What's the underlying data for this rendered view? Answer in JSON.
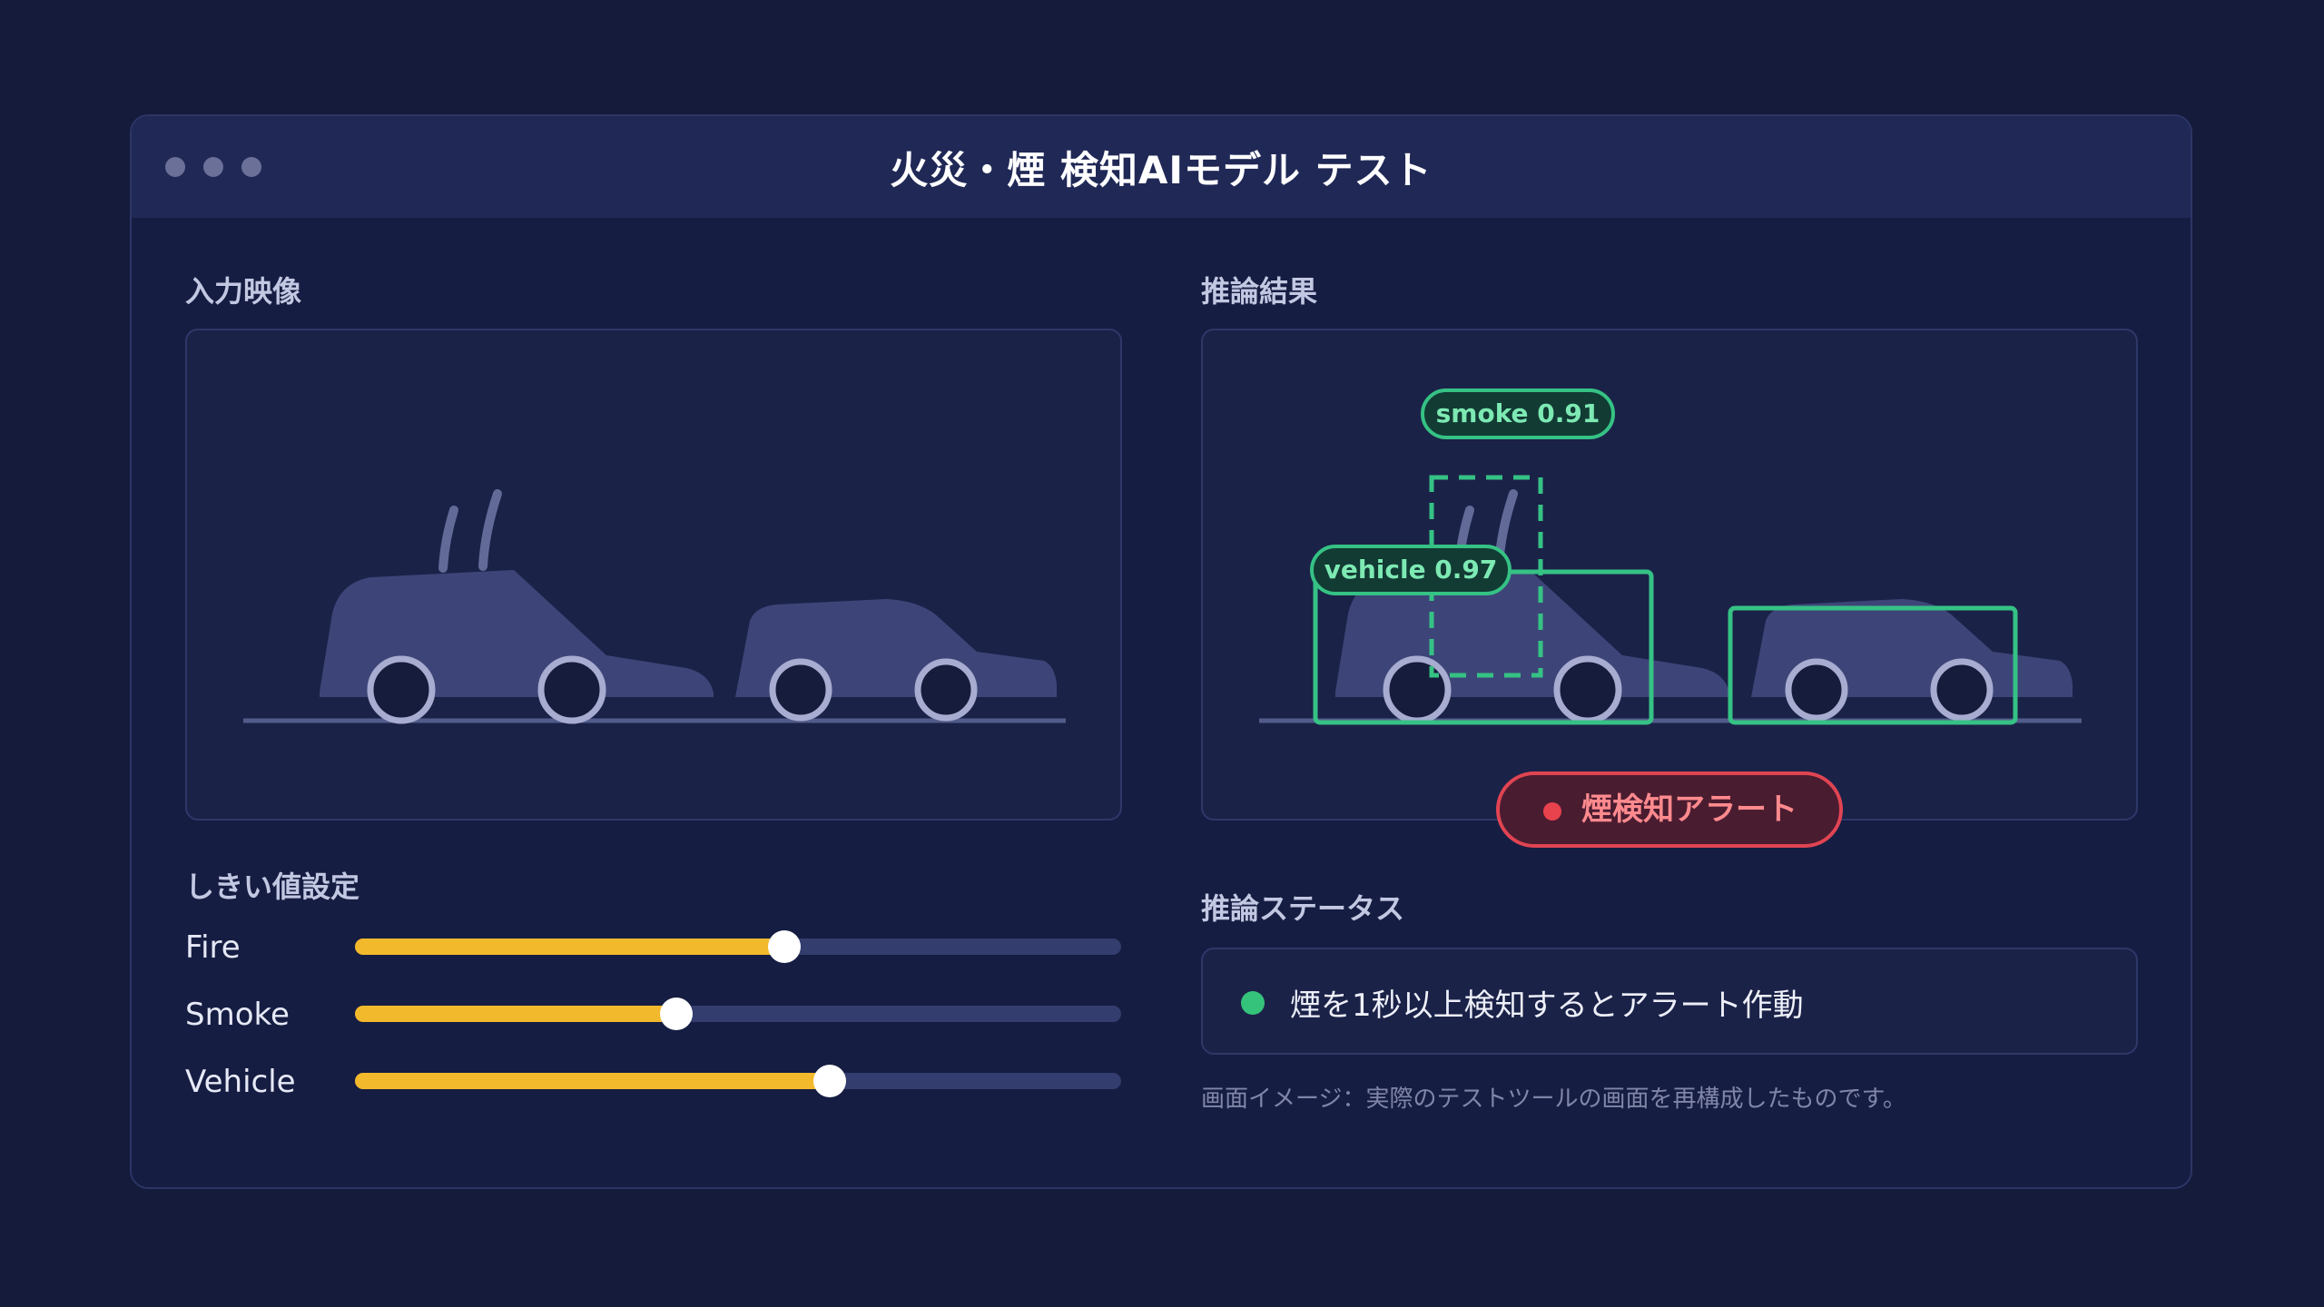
{
  "window": {
    "title": "火災・煙 検知AIモデル テスト"
  },
  "input_panel": {
    "label": "入力映像"
  },
  "result_panel": {
    "label": "推論結果",
    "detections": [
      {
        "label": "smoke 0.91",
        "class": "smoke",
        "score": 0.91
      },
      {
        "label": "vehicle 0.97",
        "class": "vehicle",
        "score": 0.97
      }
    ],
    "alert": "煙検知アラート"
  },
  "thresholds": {
    "label": "しきい値設定",
    "sliders": [
      {
        "name": "Fire",
        "value": 0.56
      },
      {
        "name": "Smoke",
        "value": 0.42
      },
      {
        "name": "Vehicle",
        "value": 0.62
      }
    ]
  },
  "status": {
    "label": "推論ステータス",
    "text": "煙を1秒以上検知するとアラート作動"
  },
  "footnote": "画面イメージ：実際のテストツールの画面を再構成したものです。",
  "colors": {
    "background": "#141b3b",
    "detection_box": "#35c284",
    "alert": "#e04452",
    "slider_fill": "#f3b92c",
    "status_ok": "#35c27a"
  }
}
